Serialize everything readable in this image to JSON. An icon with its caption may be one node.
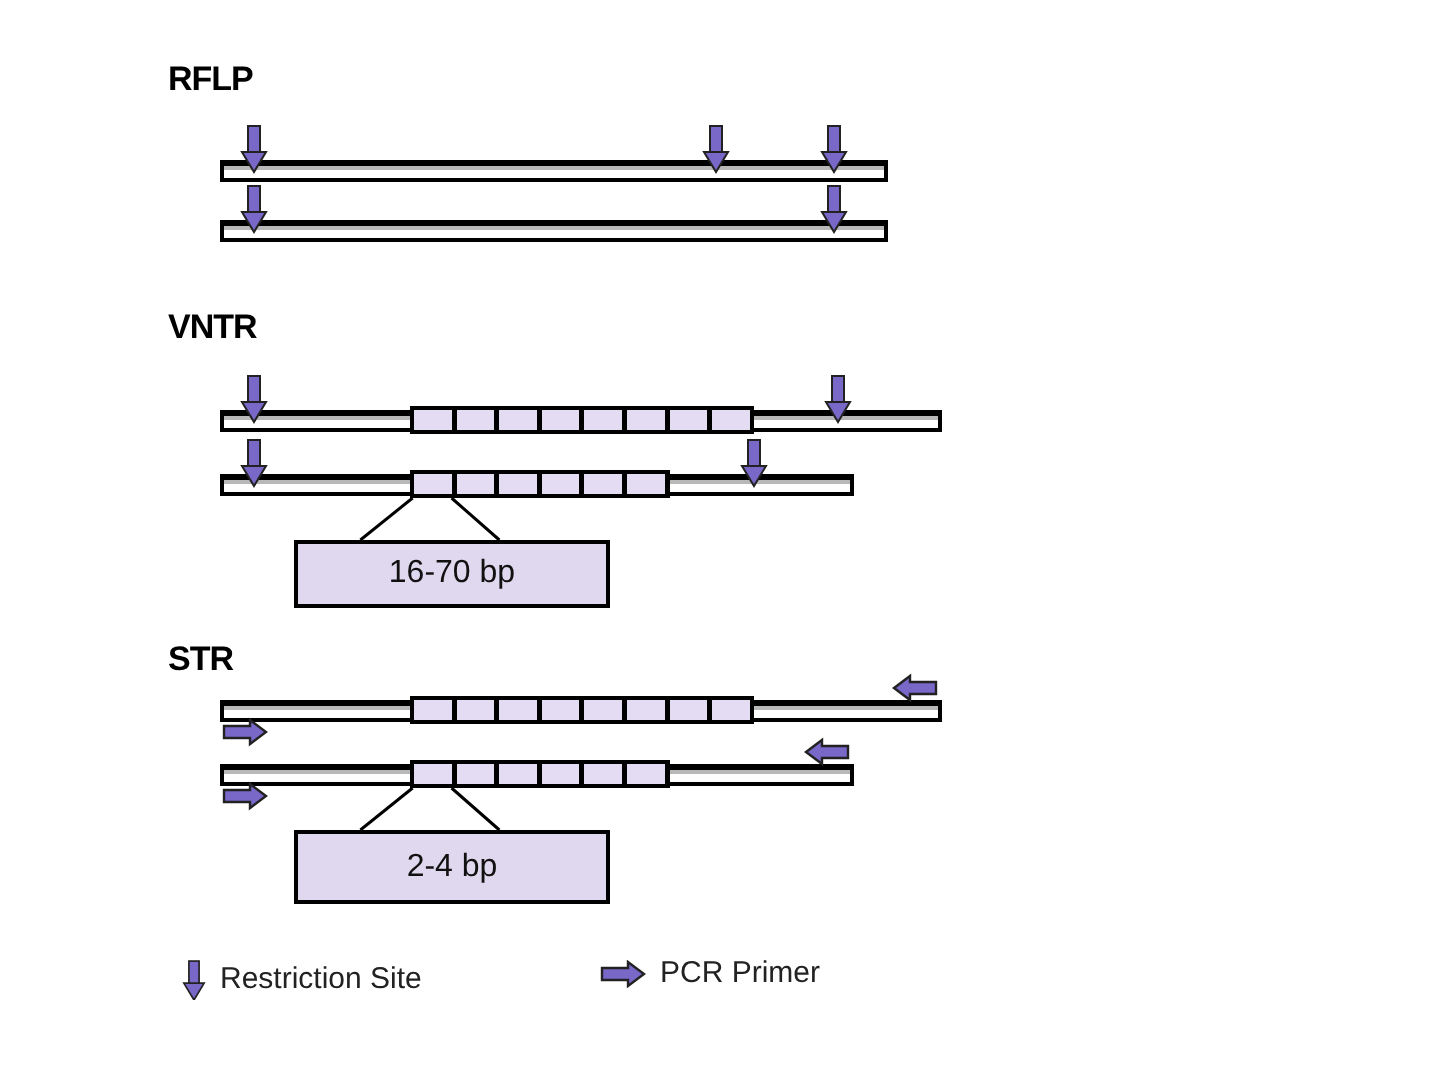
{
  "diagram": {
    "nodes": [
      {
        "text": [],
        "shape": "bar"
      },
      {
        "text": [],
        "shape": "bar"
      },
      {
        "text": [
          "16-70 bp"
        ]
      },
      {
        "text": [],
        "shape": "bar"
      },
      {
        "text": [],
        "shape": "bar"
      },
      {
        "text": [
          "2-4 bp"
        ]
      }
    ],
    "edges": [
      {
        "from": 1,
        "to": 2,
        "arrow": "none"
      },
      {
        "from": 1,
        "to": 2,
        "arrow": "none"
      },
      {
        "from": 4,
        "to": 5,
        "arrow": "none"
      },
      {
        "from": 4,
        "to": 5,
        "arrow": "none"
      }
    ],
    "labels": [
      "RFLP",
      "VNTR",
      "STR"
    ],
    "legend": [
      {
        "text": "Restriction Site"
      },
      {
        "text": "PCR Primer"
      }
    ]
  }
}
